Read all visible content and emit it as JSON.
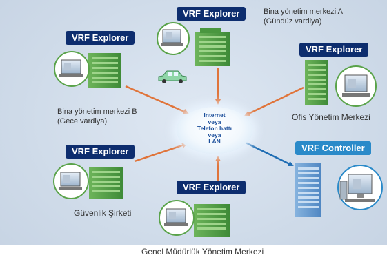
{
  "hub": {
    "line1": "Internet",
    "line2": "veya",
    "line3": "Telefon hattı",
    "line4": "veya",
    "line5": "LAN"
  },
  "nodes": {
    "top": {
      "badge": "VRF Explorer",
      "label_line1": "Bina yönetim merkezi A",
      "label_line2": "(Gündüz vardiya)"
    },
    "upper_left": {
      "badge": "VRF Explorer",
      "label_line1": "Bina yönetim merkezi B",
      "label_line2": "(Gece vardiya)"
    },
    "upper_right": {
      "badge": "VRF Explorer",
      "caption": "Ofis Yönetim Merkezi"
    },
    "lower_left": {
      "badge": "VRF Explorer",
      "caption": "Güvenlik Şirketi"
    },
    "bottom": {
      "badge": "VRF Explorer",
      "caption": "Genel Müdürlük Yönetim Merkezi"
    },
    "right": {
      "badge": "VRF Controller"
    }
  },
  "colors": {
    "explorer_badge": "#0d2d6e",
    "controller_badge": "#2a8ac9",
    "arrow_inbound": "#e0743a",
    "arrow_outbound": "#1f6db3",
    "building_green": "#5aa34a",
    "building_blue": "#6f9fd0"
  },
  "icons": [
    "building-icon",
    "computer-monitor-icon",
    "car-icon",
    "server-tower-icon"
  ]
}
